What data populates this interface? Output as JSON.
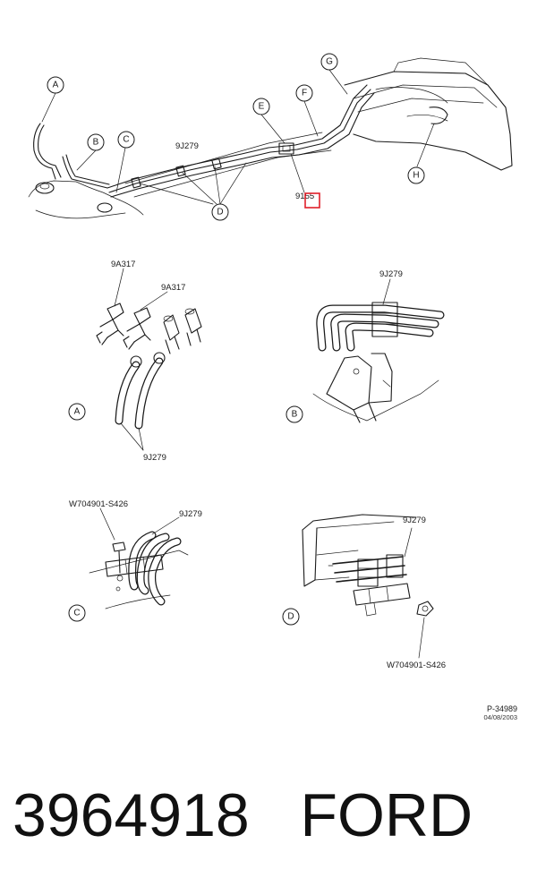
{
  "diagram": {
    "callouts_main": [
      "A",
      "B",
      "C",
      "D",
      "E",
      "F",
      "G",
      "H"
    ],
    "main_part_label": "9J279",
    "highlighted_part_label": "9155",
    "details": {
      "A": {
        "letter": "A",
        "labels": [
          "9A317",
          "9A317",
          "9J279"
        ]
      },
      "B": {
        "letter": "B",
        "labels": [
          "9J279"
        ]
      },
      "C": {
        "letter": "C",
        "labels": [
          "W704901-S426",
          "9J279"
        ]
      },
      "D": {
        "letter": "D",
        "labels": [
          "9J279",
          "W704901-S426"
        ]
      }
    },
    "figure_id": "P-34989",
    "figure_date": "04/08/2003"
  },
  "footer": {
    "part_number": "3964918",
    "brand": "FORD"
  },
  "colors": {
    "line": "#1a1a1a",
    "highlight": "#e0202a",
    "background": "#ffffff"
  }
}
